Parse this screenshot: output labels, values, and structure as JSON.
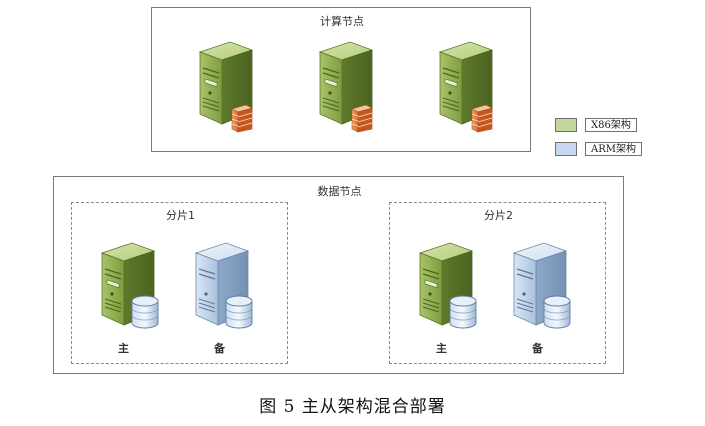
{
  "compute": {
    "title": "计算节点"
  },
  "legend": {
    "x86": {
      "label": "X86架构",
      "color": "#c3d69b"
    },
    "arm": {
      "label": "ARM架构",
      "color": "#c6d9f1"
    }
  },
  "data": {
    "title": "数据节点",
    "shards": [
      {
        "title": "分片1",
        "primary": "主",
        "standby": "备"
      },
      {
        "title": "分片2",
        "primary": "主",
        "standby": "备"
      }
    ]
  },
  "caption": "图 5  主从架构混合部署"
}
